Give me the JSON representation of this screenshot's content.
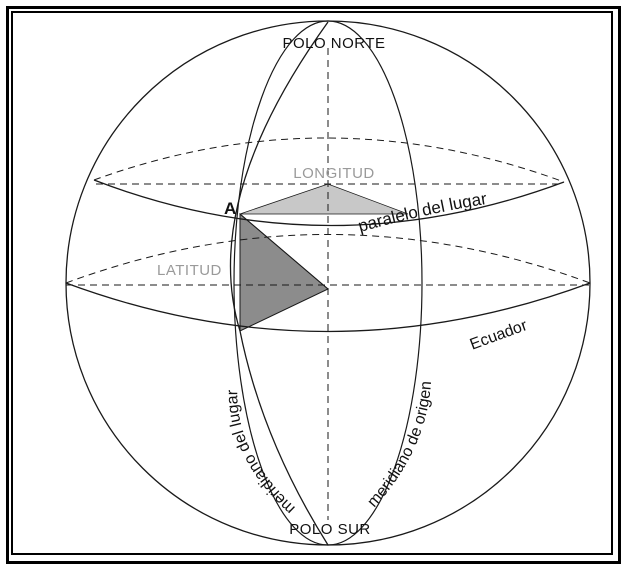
{
  "labels": {
    "north_pole": "POLO NORTE",
    "south_pole": "POLO SUR",
    "longitude": "LONGITUD",
    "latitude": "LATITUD",
    "point": "A",
    "parallel": "paralelo del lugar",
    "equator": "Ecuador",
    "local_meridian": "meridiano del lugar",
    "origin_meridian": "meridiano de origen"
  },
  "colors": {
    "line": "#1a1a1a",
    "latitude_fill": "#8c8c8c",
    "longitude_fill": "#c8c8c8",
    "muted_text": "#9a9a9a"
  }
}
